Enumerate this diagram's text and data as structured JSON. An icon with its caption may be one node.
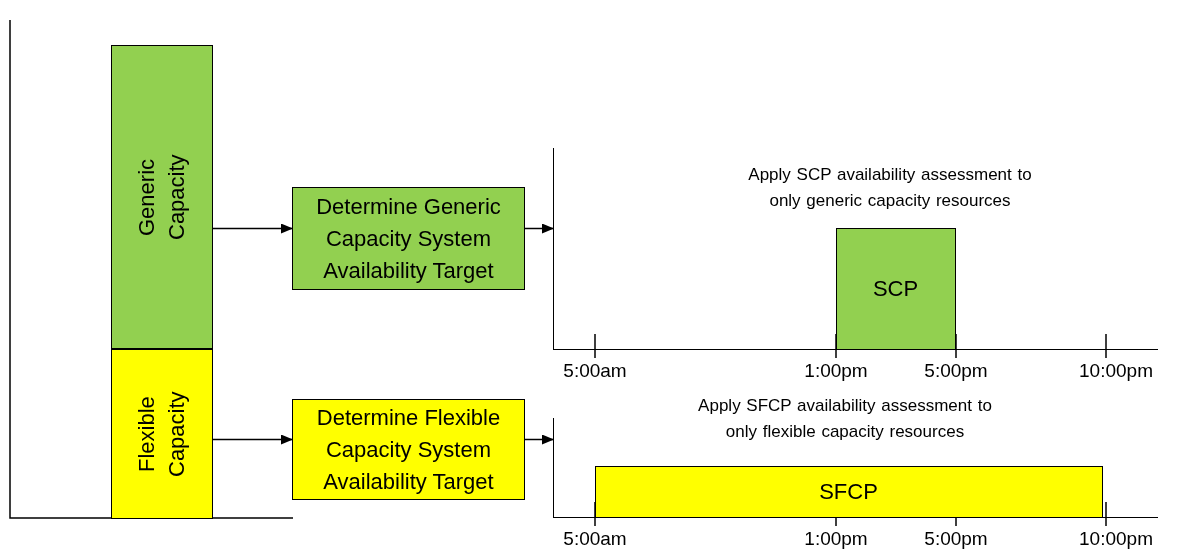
{
  "diagram": {
    "nodes": [
      {
        "text": [
          "Generic Capacity"
        ]
      },
      {
        "text": [
          "Flexible Capacity"
        ]
      },
      {
        "text": [
          "Determine Generic Capacity System Availability Target"
        ]
      },
      {
        "text": [
          "Determine Flexible Capacity System Availability Target"
        ]
      },
      {
        "text": [],
        "shape": "axis"
      },
      {
        "text": [
          "SCP"
        ],
        "in": 4,
        "beside": [
          "Apply SCP availability assessment to only generic capacity resources"
        ]
      },
      {
        "text": [],
        "shape": "axis"
      },
      {
        "text": [
          "SFCP"
        ],
        "in": 6,
        "beside": [
          "Apply SFCP availability assessment to only flexible capacity resources"
        ]
      }
    ],
    "edges": [
      {
        "from": 0,
        "to": 2,
        "arrow": "to"
      },
      {
        "from": 2,
        "to": 4,
        "arrow": "to"
      },
      {
        "from": 1,
        "to": 3,
        "arrow": "to"
      },
      {
        "from": 3,
        "to": 6,
        "arrow": "to"
      }
    ],
    "labels": [
      "5:00am",
      "1:00pm",
      "5:00pm",
      "10:00pm",
      "5:00am",
      "1:00pm",
      "5:00pm",
      "10:00pm"
    ]
  }
}
